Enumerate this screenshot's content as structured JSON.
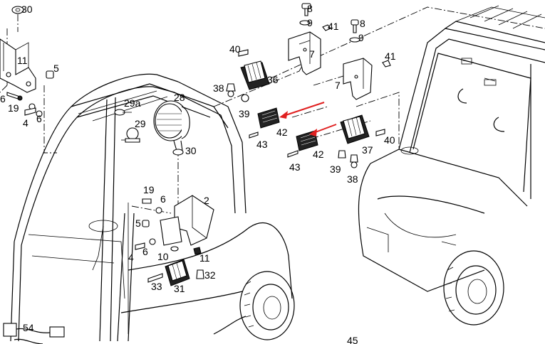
{
  "diagram": {
    "callouts": [
      {
        "id": "c30-top",
        "text": "30"
      },
      {
        "id": "c11-left",
        "text": "11"
      },
      {
        "id": "c5-left",
        "text": "5"
      },
      {
        "id": "c6-left-a",
        "text": "6"
      },
      {
        "id": "c19-left",
        "text": "19"
      },
      {
        "id": "c4-left",
        "text": "4"
      },
      {
        "id": "c6-left-b",
        "text": "6"
      },
      {
        "id": "c28",
        "text": "28"
      },
      {
        "id": "c29a",
        "text": "29a"
      },
      {
        "id": "c29",
        "text": "29"
      },
      {
        "id": "c30-mid",
        "text": "30"
      },
      {
        "id": "c8-a",
        "text": "8"
      },
      {
        "id": "c9-a",
        "text": "9"
      },
      {
        "id": "c41-a",
        "text": "41"
      },
      {
        "id": "c40-a",
        "text": "40"
      },
      {
        "id": "c7-a",
        "text": "7"
      },
      {
        "id": "c36",
        "text": "36"
      },
      {
        "id": "c38-a",
        "text": "38"
      },
      {
        "id": "c39-a",
        "text": "39"
      },
      {
        "id": "c42-a",
        "text": "42"
      },
      {
        "id": "c43-a",
        "text": "43"
      },
      {
        "id": "c8-b",
        "text": "8"
      },
      {
        "id": "c9-b",
        "text": "9"
      },
      {
        "id": "c41-b",
        "text": "41"
      },
      {
        "id": "c7-b",
        "text": "7"
      },
      {
        "id": "c37",
        "text": "37"
      },
      {
        "id": "c40-b",
        "text": "40"
      },
      {
        "id": "c42-b",
        "text": "42"
      },
      {
        "id": "c43-b",
        "text": "43"
      },
      {
        "id": "c39-b",
        "text": "39"
      },
      {
        "id": "c38-b",
        "text": "38"
      },
      {
        "id": "c19-mid",
        "text": "19"
      },
      {
        "id": "c6-mid-a",
        "text": "6"
      },
      {
        "id": "c2",
        "text": "2"
      },
      {
        "id": "c5-mid",
        "text": "5"
      },
      {
        "id": "c4-mid",
        "text": "4"
      },
      {
        "id": "c6-mid-b",
        "text": "6"
      },
      {
        "id": "c10",
        "text": "10"
      },
      {
        "id": "c11-mid",
        "text": "11"
      },
      {
        "id": "c32",
        "text": "32"
      },
      {
        "id": "c33",
        "text": "33"
      },
      {
        "id": "c31",
        "text": "31"
      },
      {
        "id": "c54",
        "text": "54"
      },
      {
        "id": "c45",
        "text": "45"
      }
    ],
    "arrow_color": "#e02020"
  }
}
